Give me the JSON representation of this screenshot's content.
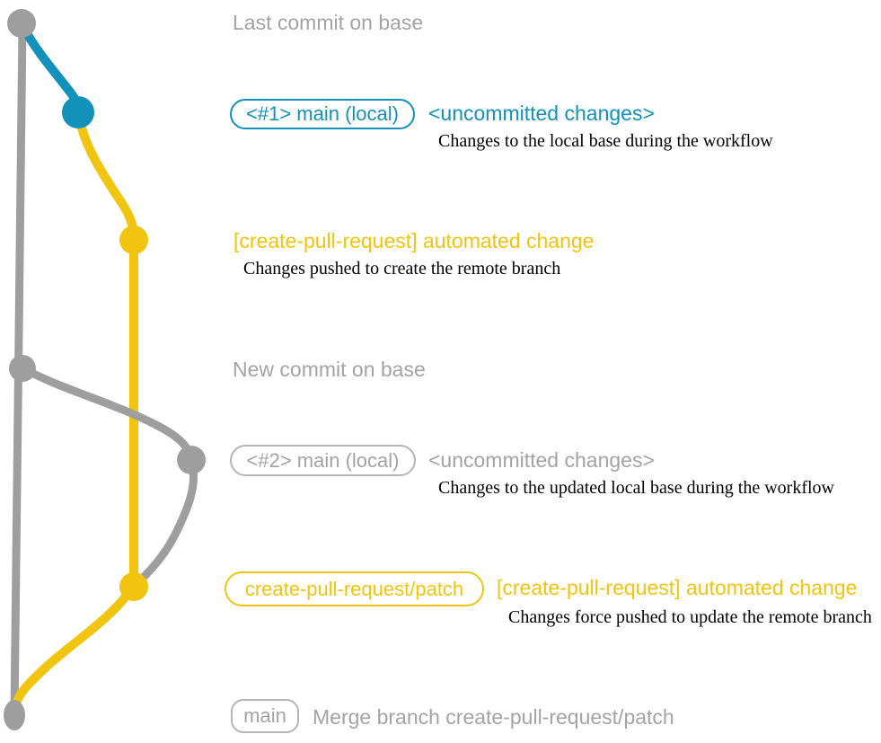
{
  "colors": {
    "blue": "#1291BA",
    "yellow": "#F1C40F",
    "graph_gray": "#9E9E9E",
    "gray_text": "#A3A3A3",
    "gray_border": "#B4B4B4",
    "desc_text": "#000000",
    "background": "#FFFFFF"
  },
  "graph": {
    "branches": [
      "base",
      "main (local)",
      "create-pull-request/patch"
    ],
    "commits": [
      {
        "name": "last-commit-on-base",
        "color": "gray"
      },
      {
        "name": "uncommitted-changes-1",
        "color": "blue"
      },
      {
        "name": "automated-change-1",
        "color": "yellow"
      },
      {
        "name": "new-commit-on-base",
        "color": "gray"
      },
      {
        "name": "uncommitted-changes-2",
        "color": "gray"
      },
      {
        "name": "automated-change-2",
        "color": "yellow"
      },
      {
        "name": "merge-commit",
        "color": "gray"
      }
    ]
  },
  "rows": {
    "last_commit": {
      "label": "Last commit on base"
    },
    "commit1": {
      "badge": "<#1> main (local)",
      "title": "<uncommitted changes>",
      "desc": "Changes to the local base during the workflow"
    },
    "cpr1": {
      "title": "[create-pull-request] automated change",
      "desc": "Changes pushed to create the remote branch"
    },
    "new_commit": {
      "label": "New commit on base"
    },
    "commit2": {
      "badge": "<#2> main (local)",
      "title": "<uncommitted changes>",
      "desc": "Changes to the updated local base during the workflow"
    },
    "cpr2": {
      "badge": "create-pull-request/patch",
      "title": "[create-pull-request] automated change",
      "desc": "Changes force pushed to update the remote branch"
    },
    "merge": {
      "badge": "main",
      "title": "Merge branch create-pull-request/patch"
    }
  }
}
